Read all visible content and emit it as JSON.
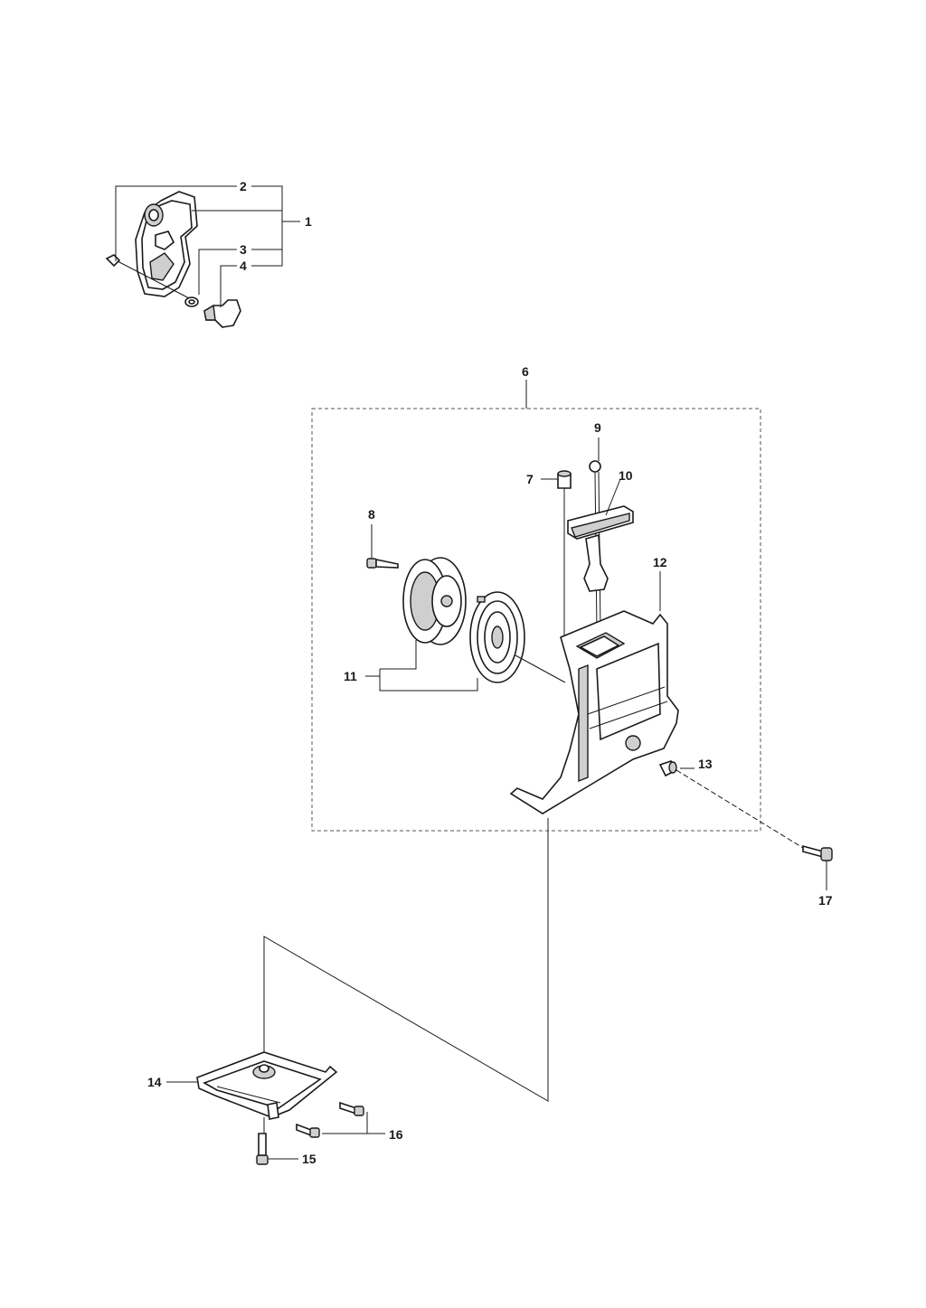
{
  "callouts": {
    "c1": "1",
    "c2": "2",
    "c3": "3",
    "c4": "4",
    "c6": "6",
    "c7": "7",
    "c8": "8",
    "c9": "9",
    "c10": "10",
    "c11": "11",
    "c12": "12",
    "c13": "13",
    "c14": "14",
    "c15": "15",
    "c16": "16",
    "c17": "17"
  }
}
